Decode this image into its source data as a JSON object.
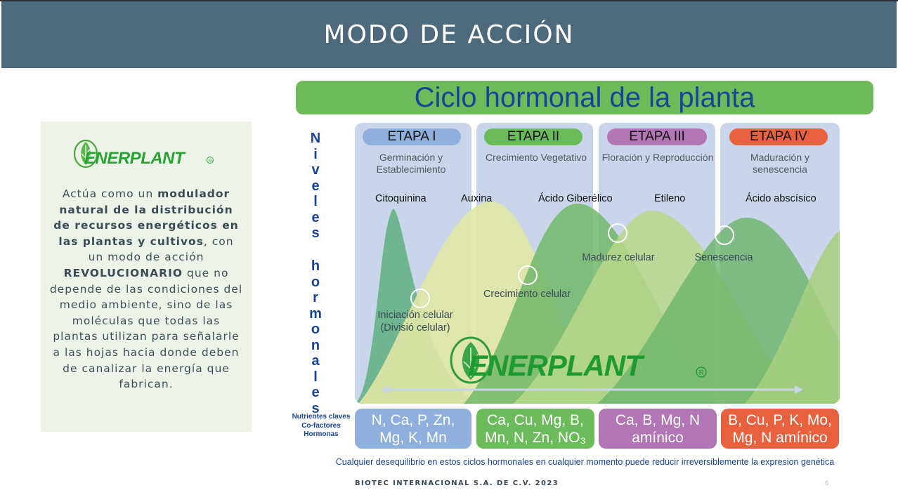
{
  "header": {
    "title": "MODO DE ACCIÓN"
  },
  "left_card": {
    "brand": "ENERPLANT",
    "text_parts": [
      "Actúa como un ",
      "modulador natural de la distribución de recursos energéticos en las plantas y cultivos",
      ", con un modo de acción ",
      "REVOLUCIONARIO",
      " que no depende de las condiciones del medio ambiente, sino de las moléculas que todas las plantas utilizan para señalarle a las hojas hacia donde deben de canalizar la energía que fabrican."
    ]
  },
  "diagram": {
    "title": "Ciclo hormonal de la planta",
    "vertical_word_1": "Niveles",
    "vertical_word_2": "hormonales",
    "stages": [
      {
        "name": "ETAPA I",
        "desc": "Germinación y Establecimiento",
        "color": "#8fb0dc"
      },
      {
        "name": "ETAPA II",
        "desc": "Crecimiento Vegetativo",
        "color": "#6cbb5a"
      },
      {
        "name": "ETAPA III",
        "desc": "Floración y Reproducción",
        "color": "#b275b5"
      },
      {
        "name": "ETAPA IV",
        "desc": "Maduración y senescencia",
        "color": "#e8613f"
      }
    ],
    "hormones": [
      "Citoquinina",
      "Auxina",
      "Ácido Giberélico",
      "Etileno",
      "Ácido abscísico"
    ],
    "phases": [
      {
        "label": "Iniciación celular\n(Divisió celular)"
      },
      {
        "label": "Crecimiento celular"
      },
      {
        "label": "Madurez celular"
      },
      {
        "label": "Senescencia"
      }
    ],
    "logo_text": "ENERPLANT",
    "nutrients_label": "Nutrientes claves\nCo-factores\nHormonas",
    "nutrients": [
      {
        "line1": "N, Ca, P, Zn,",
        "line2": "Mg, K, Mn",
        "color": "#8fb0dc"
      },
      {
        "line1": "Ca, Cu, Mg, B,",
        "line2": "Mn, N, Zn, NO₃",
        "color": "#6cbb5a"
      },
      {
        "line1": "Ca, B, Mg, N",
        "line2": "amínico",
        "color": "#b275b5"
      },
      {
        "line1": "B, Cu, P, K, Mo,",
        "line2": "Mg, N amínico",
        "color": "#e8613f"
      }
    ],
    "footnote": "Cualquier desequilibrio en estos ciclos hormonales en cualquier momento puede reducir irreversiblemente la expresion genética"
  },
  "footer": {
    "company": "BIOTEC INTERNACIONAL S.A. DE C.V. 2023",
    "page": "6"
  }
}
